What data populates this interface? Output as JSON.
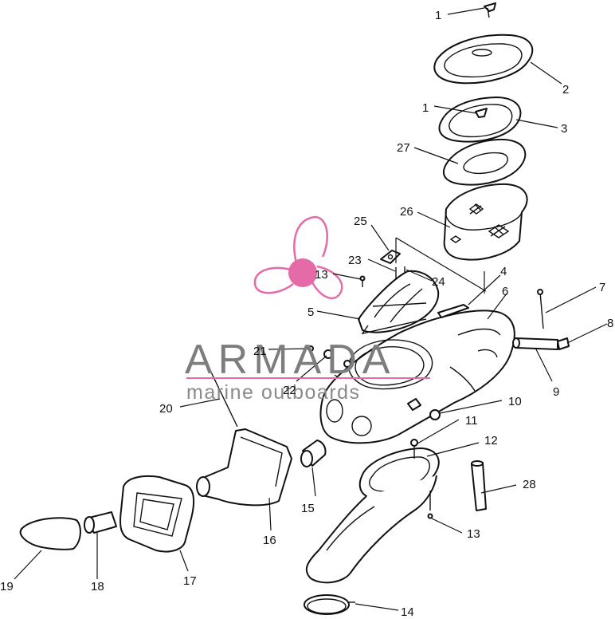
{
  "watermark": {
    "brand": "ARMADA",
    "tagline": "marine outboards",
    "accent_color": "#e46aa8"
  },
  "callouts": [
    {
      "id": "c1a",
      "text": "1"
    },
    {
      "id": "c2",
      "text": "2"
    },
    {
      "id": "c1b",
      "text": "1"
    },
    {
      "id": "c3",
      "text": "3"
    },
    {
      "id": "c27",
      "text": "27"
    },
    {
      "id": "c26",
      "text": "26"
    },
    {
      "id": "c25",
      "text": "25"
    },
    {
      "id": "c23",
      "text": "23"
    },
    {
      "id": "c24",
      "text": "24"
    },
    {
      "id": "c13a",
      "text": "13"
    },
    {
      "id": "c4",
      "text": "4"
    },
    {
      "id": "c6",
      "text": "6"
    },
    {
      "id": "c7",
      "text": "7"
    },
    {
      "id": "c8",
      "text": "8"
    },
    {
      "id": "c5",
      "text": "5"
    },
    {
      "id": "c21",
      "text": "21"
    },
    {
      "id": "c22",
      "text": "22"
    },
    {
      "id": "c9",
      "text": "9"
    },
    {
      "id": "c20",
      "text": "20"
    },
    {
      "id": "c10",
      "text": "10"
    },
    {
      "id": "c11",
      "text": "11"
    },
    {
      "id": "c12",
      "text": "12"
    },
    {
      "id": "c28",
      "text": "28"
    },
    {
      "id": "c15",
      "text": "15"
    },
    {
      "id": "c16",
      "text": "16"
    },
    {
      "id": "c13b",
      "text": "13"
    },
    {
      "id": "c17",
      "text": "17"
    },
    {
      "id": "c18",
      "text": "18"
    },
    {
      "id": "c19",
      "text": "19"
    },
    {
      "id": "c14",
      "text": "14"
    }
  ]
}
